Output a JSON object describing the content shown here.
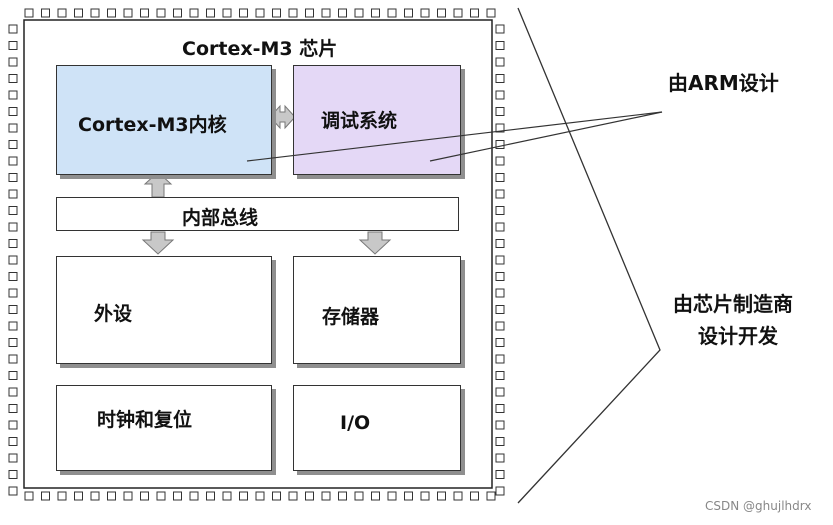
{
  "chip": {
    "title": "Cortex-M3 芯片"
  },
  "blocks": {
    "core": "Cortex-M3内核",
    "debug": "调试系统",
    "bus": "内部总线",
    "peripheral": "外设",
    "memory": "存储器",
    "clock": "时钟和复位",
    "io": "I/O"
  },
  "annotations": {
    "arm": "由ARM设计",
    "vendor_line1": "由芯片制造商",
    "vendor_line2": "设计开发"
  },
  "watermark": "CSDN @ghujlhdrx",
  "colors": {
    "core_fill": "#cfe3f7",
    "debug_fill": "#e4d8f6",
    "block_fill": "#ffffff",
    "arrow_fill": "#c8c8c8",
    "shadow": "#8f8f8f"
  }
}
